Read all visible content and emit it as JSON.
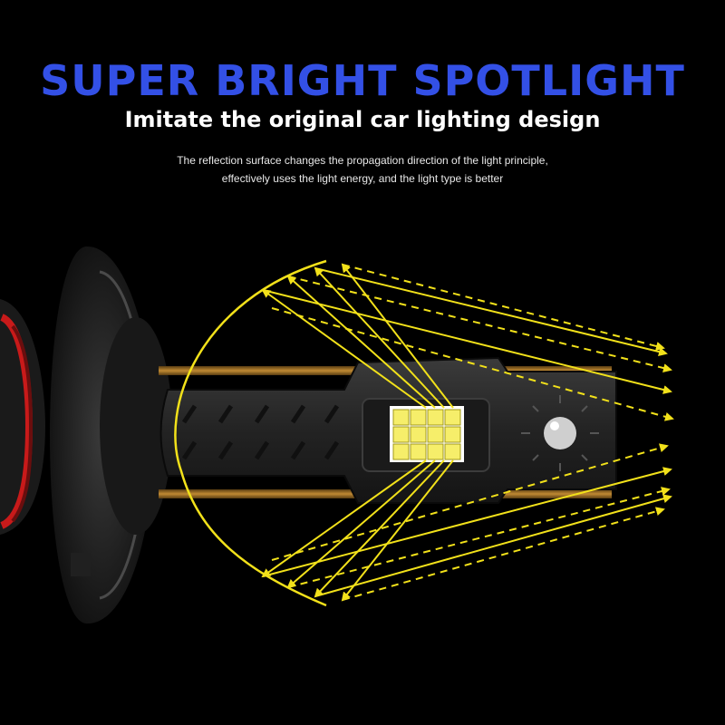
{
  "headline": {
    "title": "SUPER BRIGHT SPOTLIGHT",
    "subtitle": "Imitate the original car lighting design"
  },
  "description": {
    "line1": "The reflection surface changes the propagation direction of the light principle,",
    "line2": "effectively uses the light energy, and the light type is better"
  },
  "colors": {
    "title": "#3350e6",
    "beam": "#f2e11a",
    "background": "#000000",
    "bulb_body": "#2a2a2a",
    "accent_red": "#d21f1f",
    "copper": "#b07a2a"
  },
  "icons": {
    "product": "led-headlight-bulb",
    "beam_rays": "yellow-arrow-rays"
  }
}
